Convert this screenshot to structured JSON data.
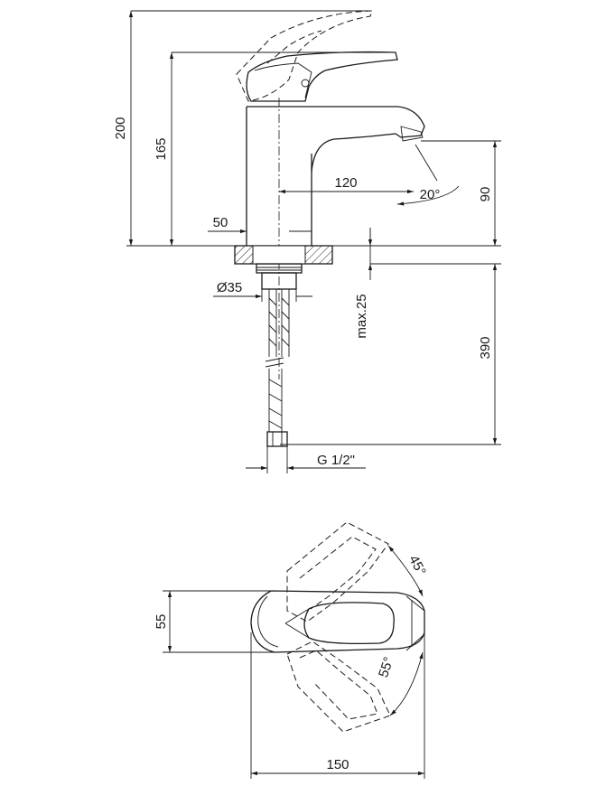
{
  "dimensions": {
    "height_total": "200",
    "height_spout_top": "165",
    "spout_reach": "120",
    "spout_height": "90",
    "spout_angle": "20°",
    "body_diameter": "50",
    "thread_diameter": "Ø35",
    "max_thickness": "max.25",
    "hose_length": "390",
    "hose_connection": "G 1/2\"",
    "handle_angle_up": "45°",
    "handle_angle_down": "55°",
    "top_width": "55",
    "top_length": "150"
  }
}
